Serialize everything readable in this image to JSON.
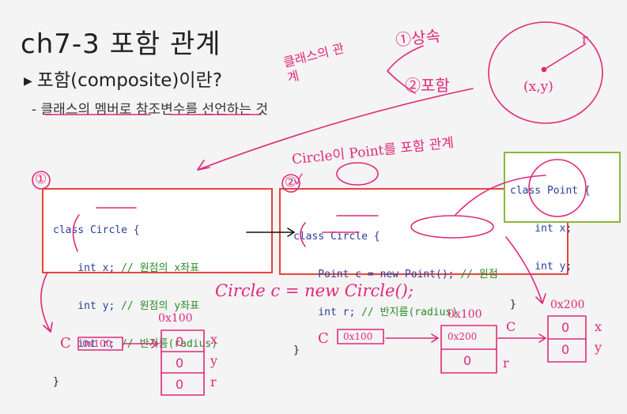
{
  "slide": {
    "title": "ch7-3 포함 관계",
    "bullet": "포함(composite)이란?",
    "subtext": "- 클래스의 멤버로 참조변수를 선언하는 것"
  },
  "code_box_1": {
    "lines": [
      {
        "code": "class Circle {",
        "comment": ""
      },
      {
        "code": "    int x;",
        "comment": " // 원점의 x좌표"
      },
      {
        "code": "    int y;",
        "comment": " // 원점의 y좌표"
      },
      {
        "code": "    int r;",
        "comment": " // 반지름(radius)"
      },
      {
        "code": "}",
        "comment": ""
      }
    ]
  },
  "code_box_2": {
    "lines": [
      {
        "code": "class Circle {",
        "comment": ""
      },
      {
        "code": "    Point c = new Point();",
        "comment": " // 원점"
      },
      {
        "code": "    int r;",
        "comment": " // 반지름(radius)"
      },
      {
        "code": "}",
        "comment": ""
      }
    ]
  },
  "code_box_3": {
    "lines": [
      {
        "code": "class Point {",
        "comment": ""
      },
      {
        "code": "    int x;",
        "comment": ""
      },
      {
        "code": "    int y;",
        "comment": ""
      },
      {
        "code": "}",
        "comment": ""
      }
    ]
  },
  "handwriting": {
    "class_relation": "클래스의 관계",
    "inheritance": "①상속",
    "composite": "②포함",
    "point_xy": "(x,y)",
    "radius": "r",
    "circle_point_note": "Circle이 Point를 포함 관계 ✓",
    "num1": "①",
    "num2": "②",
    "new_circle": "Circle c = new Circle();",
    "c_var_1": "C",
    "addr_1": "0x100",
    "addr_1_label": "0x100",
    "fields_1": [
      "x",
      "y",
      "r"
    ],
    "c_var_2": "C",
    "addr_2": "0x100",
    "addr_2_label": "0x100",
    "addr_3_inner": "0x200",
    "c_field": "C",
    "r_field": "r",
    "addr_3_label": "0x200",
    "fields_2": [
      "x",
      "y"
    ],
    "zero": "0"
  },
  "colors": {
    "ink": "#e0287a",
    "box_border": "#e8443a",
    "point_box_border": "#8bb83a",
    "keyword": "#2a3e9a",
    "comment": "#2b8a2b"
  }
}
